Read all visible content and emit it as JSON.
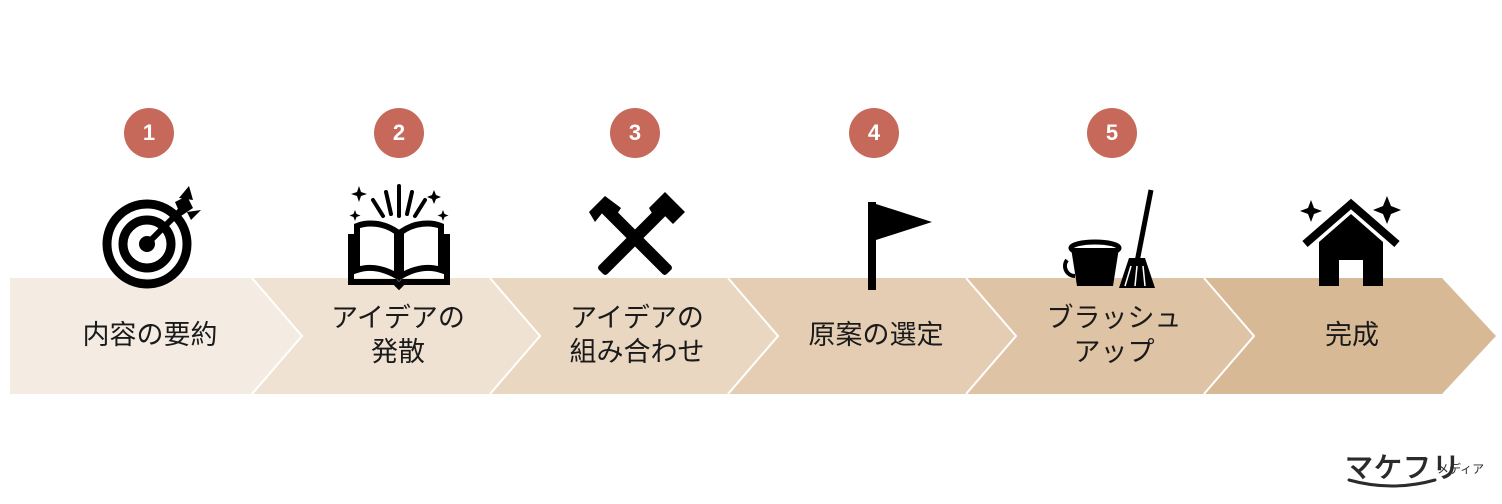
{
  "colors": {
    "badge": "#c6685a",
    "step_fills": [
      "#f4ece2",
      "#efe2d2",
      "#e9d7c2",
      "#e4cdb3",
      "#dec3a5",
      "#d8b996"
    ],
    "icon": "#000000"
  },
  "steps": [
    {
      "number": "1",
      "label": "内容の要約",
      "icon": "target-icon"
    },
    {
      "number": "2",
      "label": "アイデアの\n発散",
      "icon": "open-book-icon"
    },
    {
      "number": "3",
      "label": "アイデアの\n組み合わせ",
      "icon": "crossed-hammers-icon"
    },
    {
      "number": "4",
      "label": "原案の選定",
      "icon": "flag-icon"
    },
    {
      "number": "5",
      "label": "ブラッシュ\nアップ",
      "icon": "bucket-and-broom-icon"
    },
    {
      "number": "",
      "label": "完成",
      "icon": "sparkling-house-icon"
    }
  ],
  "brand": {
    "name": "マケフリ",
    "suffix": "メディア"
  }
}
